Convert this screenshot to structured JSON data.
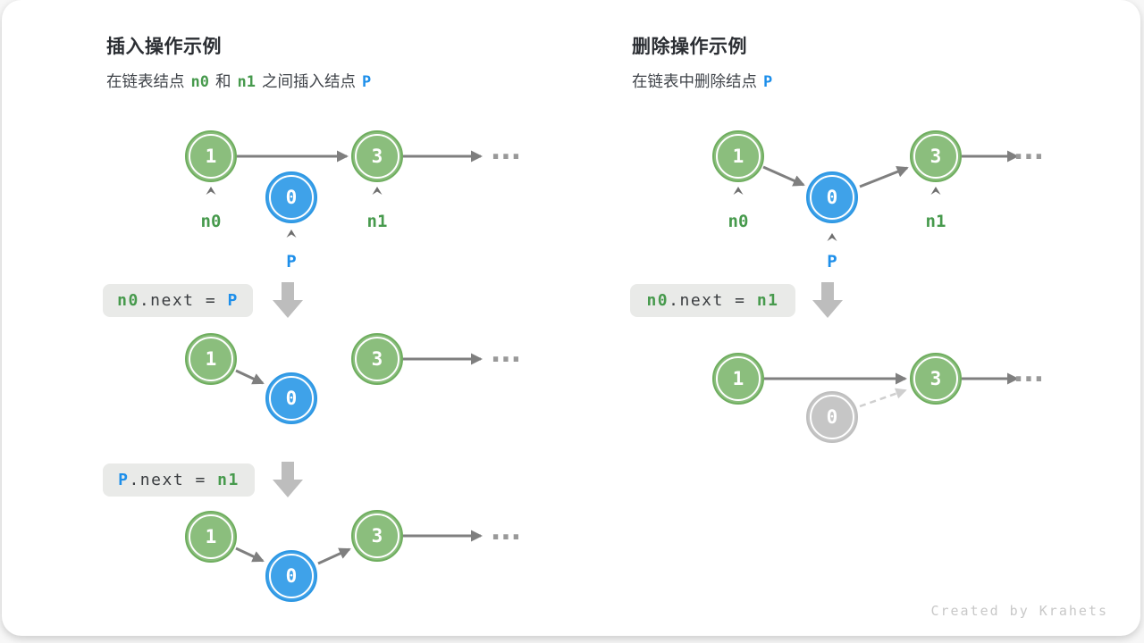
{
  "watermark": "Created by Krahets",
  "insert": {
    "title": "插入操作示例",
    "subtitle": {
      "t1": "在链表结点",
      "n0": "n0",
      "t2": "和",
      "n1": "n1",
      "t3": "之间插入结点",
      "p": "P"
    },
    "step0": {
      "node1": "1",
      "node0": "0",
      "node3": "3",
      "label_n0": "n0",
      "label_n1": "n1",
      "label_p": "P",
      "dots": "..."
    },
    "code1": {
      "lhs": "n0",
      "mid": ".next = ",
      "rhs": "P"
    },
    "step1": {
      "node1": "1",
      "node0": "0",
      "node3": "3",
      "dots": "..."
    },
    "code2": {
      "lhs": "P",
      "mid": ".next = ",
      "rhs": "n1"
    },
    "step2": {
      "node1": "1",
      "node0": "0",
      "node3": "3",
      "dots": "..."
    }
  },
  "delete": {
    "title": "删除操作示例",
    "subtitle": {
      "t1": "在链表中删除结点",
      "p": "P"
    },
    "step0": {
      "node1": "1",
      "node0": "0",
      "node3": "3",
      "label_n0": "n0",
      "label_n1": "n1",
      "label_p": "P",
      "dots": "..."
    },
    "code1": {
      "lhs": "n0",
      "mid": ".next = ",
      "rhs": "n1"
    },
    "step1": {
      "node1": "1",
      "node0": "0",
      "node3": "3",
      "dots": "..."
    }
  },
  "colors": {
    "node_green": "#8bbe7d",
    "node_blue": "#3fa2e9",
    "node_gray": "#c6c6c6",
    "text_green": "#479a4d",
    "text_blue": "#1e8fea",
    "arrow_gray": "#7f7f7f",
    "dashed_gray": "#cfcfcf",
    "codebox_bg": "#e9eae8",
    "block_arrow": "#bdbdbd"
  }
}
